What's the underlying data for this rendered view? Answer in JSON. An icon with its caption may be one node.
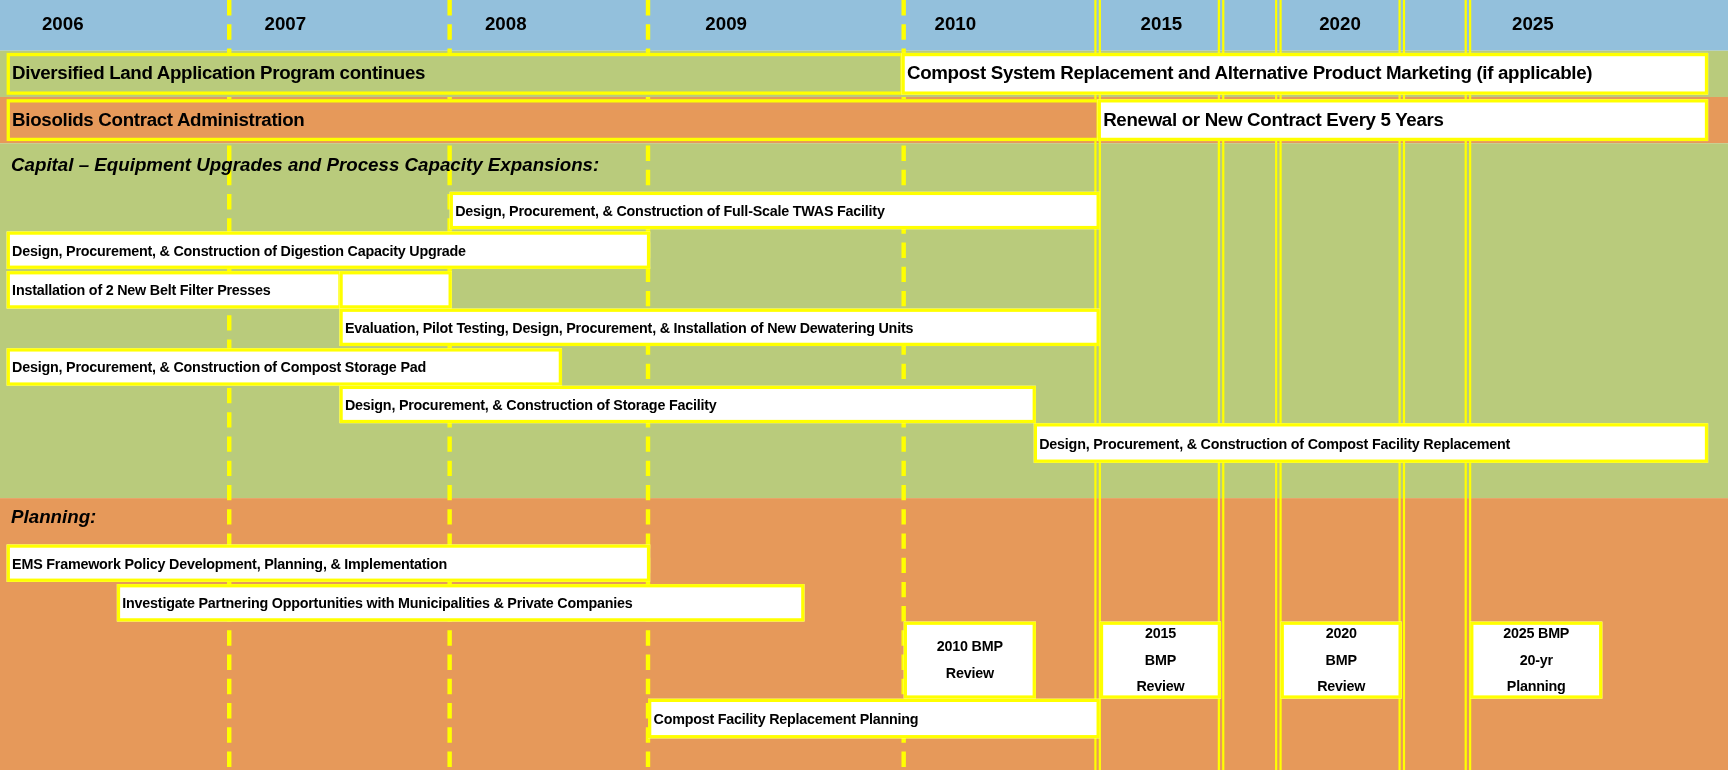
{
  "diagram": {
    "nodes": [
      {
        "text": [
          "Diversified Land Application Program continues"
        ]
      },
      {
        "text": [
          "Compost System Replacement and Alternative Product Marketing (if applicable)"
        ]
      },
      {
        "text": [
          "Biosolids Contract Administration"
        ]
      },
      {
        "text": [
          "Renewal or New Contract Every 5 Years"
        ]
      },
      {
        "text": [
          "Design, Procurement, & Construction of Full-Scale TWAS Facility"
        ]
      },
      {
        "text": [
          "Design, Procurement, & Construction of Digestion Capacity Upgrade"
        ]
      },
      {
        "text": [
          "Installation of 2 New Belt Filter Presses"
        ]
      },
      {
        "text": [],
        "shape": "box"
      },
      {
        "text": [
          "Evaluation, Pilot Testing, Design, Procurement, & Installation of New Dewatering Units"
        ]
      },
      {
        "text": [
          "Design, Procurement, & Construction of Compost Storage Pad"
        ]
      },
      {
        "text": [
          "Design, Procurement, & Construction of Storage Facility"
        ]
      },
      {
        "text": [
          "Design, Procurement, & Construction of Compost Facility Replacement"
        ]
      },
      {
        "text": [
          "EMS Framework Policy Development, Planning, & Implementation"
        ]
      },
      {
        "text": [
          "Investigate Partnering Opportunities with Municipalities & Private Companies"
        ]
      },
      {
        "text": [
          "2010 BMP Review"
        ]
      },
      {
        "text": [
          "2015 BMP Review"
        ]
      },
      {
        "text": [
          "2020 BMP Review"
        ]
      },
      {
        "text": [
          "2025 BMP 20-yr Planning"
        ]
      },
      {
        "text": [
          "Compost Facility Replacement Planning"
        ]
      }
    ],
    "labels": [
      "2006",
      "2007",
      "2008",
      "2009",
      "2010",
      "2015",
      "2020",
      "2025",
      "Capital – Equipment Upgrades and Process Capacity Expansions:",
      "Planning:"
    ]
  }
}
